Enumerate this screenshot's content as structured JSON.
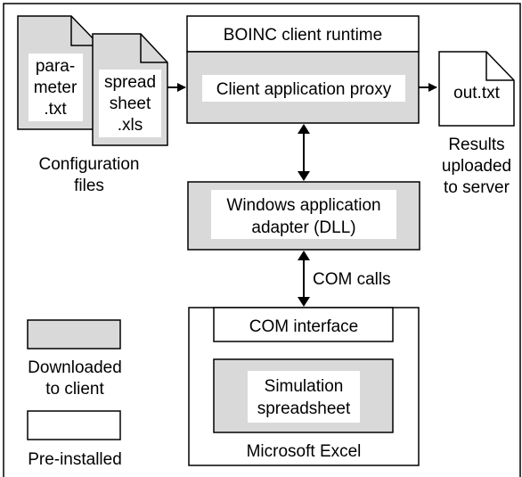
{
  "colors": {
    "downloaded_fill": "#d9d9d9",
    "preinstalled_fill": "#ffffff",
    "stroke": "#000000",
    "background": "#ffffff"
  },
  "files": {
    "parameter": {
      "lines": [
        "para-",
        "meter",
        ".txt"
      ]
    },
    "spreadsheet": {
      "lines": [
        "spread",
        "sheet",
        ".xls"
      ]
    },
    "caption": [
      "Configuration",
      "files"
    ]
  },
  "boinc": {
    "runtime_label": "BOINC client runtime",
    "proxy_label": "Client application proxy"
  },
  "output": {
    "file_label": "out.txt",
    "caption": [
      "Results",
      "uploaded",
      "to server"
    ]
  },
  "adapter": {
    "lines": [
      "Windows application",
      "adapter (DLL)"
    ]
  },
  "link": {
    "label": "COM calls"
  },
  "excel": {
    "com_interface": "COM interface",
    "simulation": [
      "Simulation",
      "spreadsheet"
    ],
    "caption": "Microsoft Excel"
  },
  "legend": {
    "downloaded": [
      "Downloaded",
      "to client"
    ],
    "preinstalled": "Pre-installed"
  }
}
